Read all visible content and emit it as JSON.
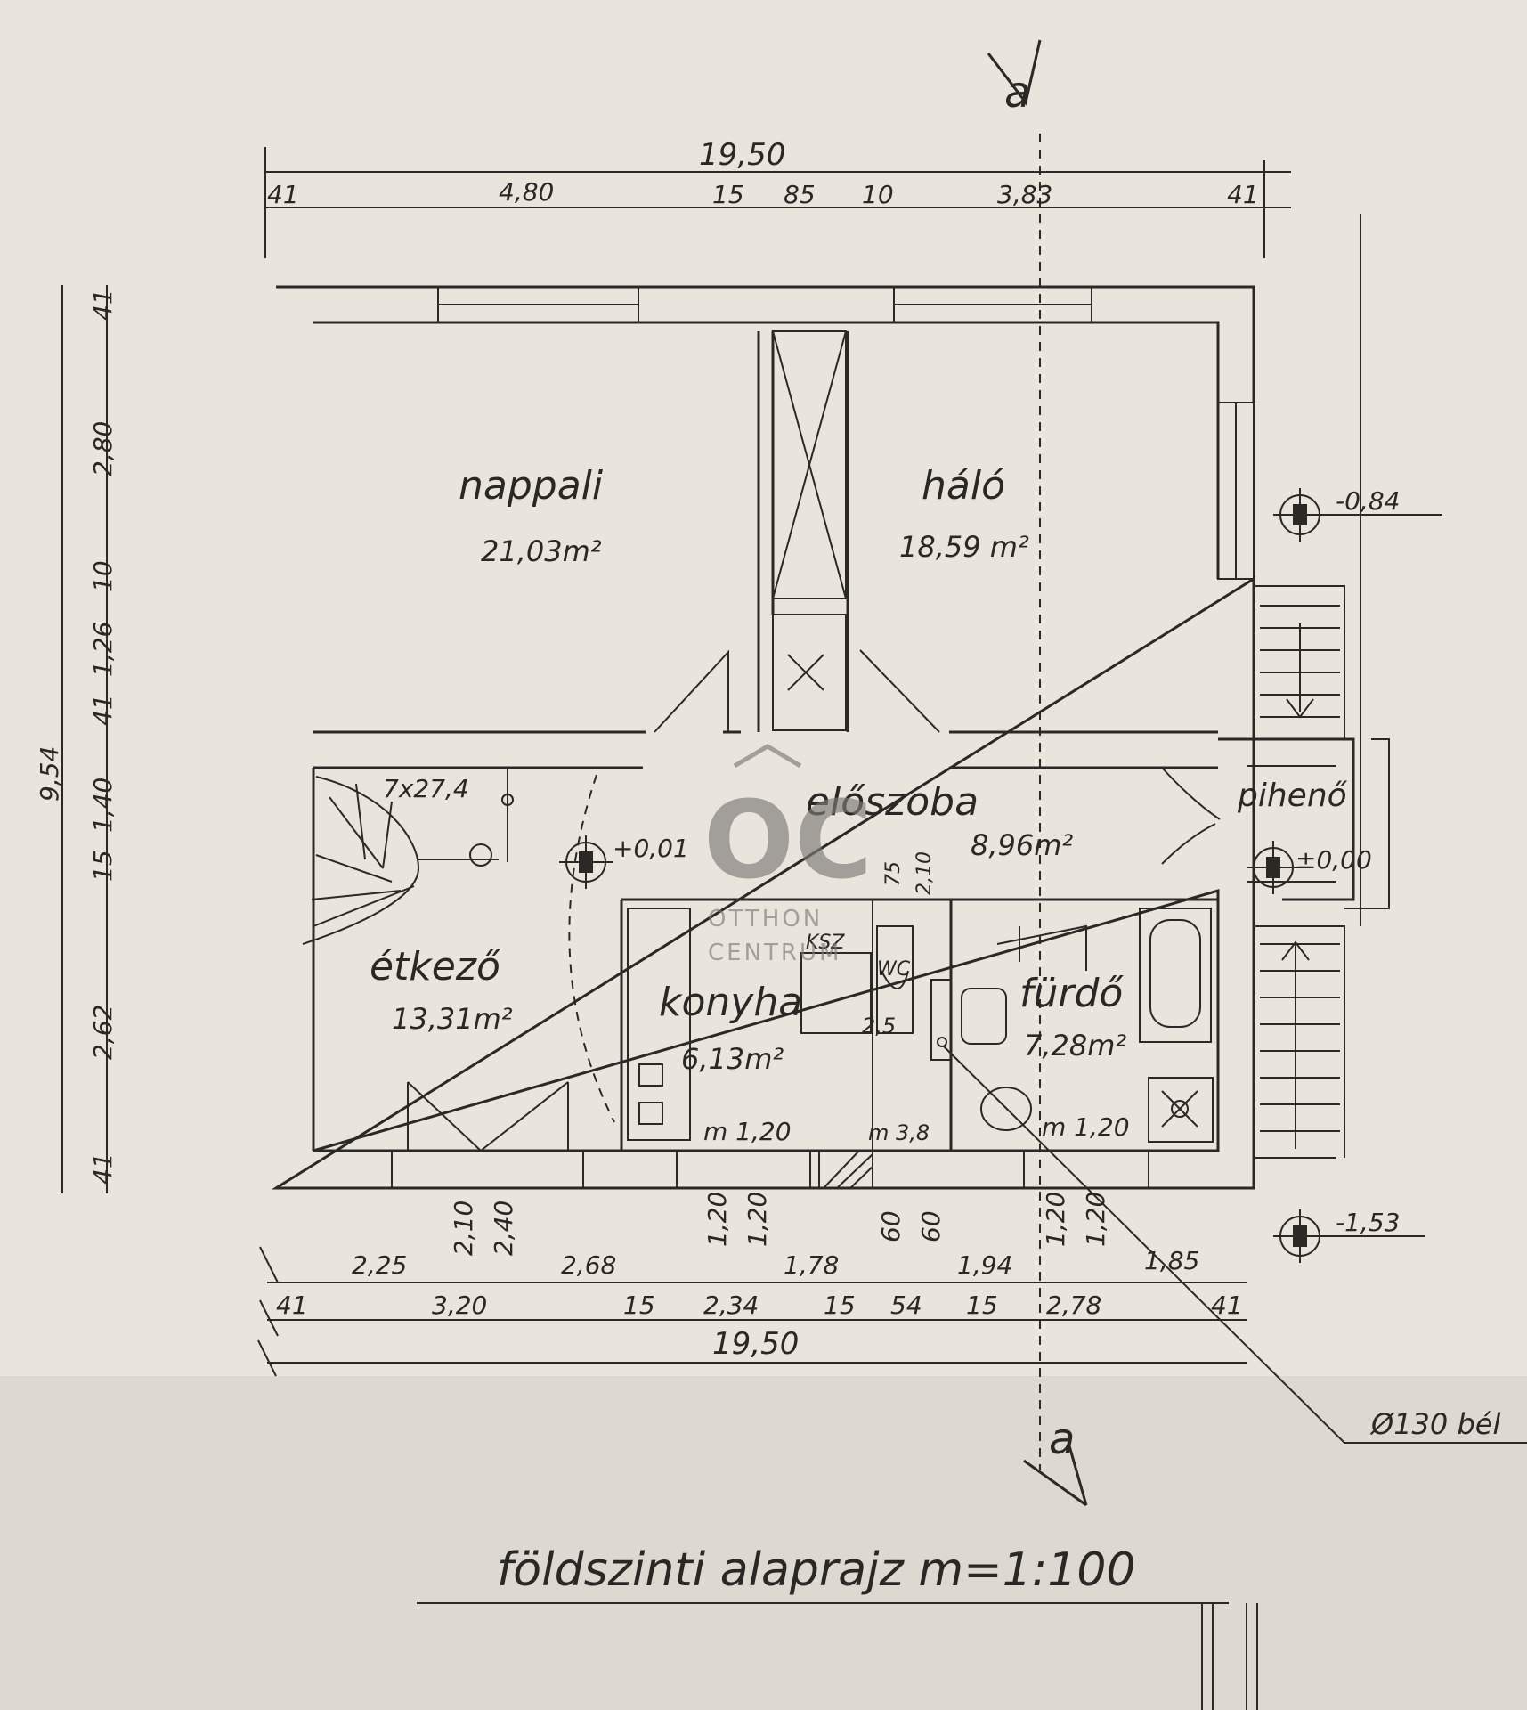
{
  "title": "földszinti alaprajz m=1:100",
  "section_marks": {
    "top": "a",
    "bottom": "a"
  },
  "rooms": {
    "napapali": {
      "name": "nappali",
      "area": "21,03m²"
    },
    "hallo": {
      "name": "háló",
      "area": "18,59 m²"
    },
    "eloszoba": {
      "name": "előszoba",
      "area": "8,96m²"
    },
    "etkezo": {
      "name": "étkező",
      "area": "13,31m²"
    },
    "konyha": {
      "name": "konyha",
      "area": "6,13m²"
    },
    "furdo": {
      "name": "fürdő",
      "area": "7,28m²"
    },
    "piheno": {
      "name": "pihenő"
    }
  },
  "dims_top": {
    "total": "19,50",
    "seg": [
      "41",
      "4,80",
      "15",
      "85",
      "10",
      "3,83",
      "41"
    ]
  },
  "dims_left": {
    "total": "9,54",
    "seg": [
      "41",
      "2,80",
      "10",
      "1,26",
      "41",
      "1,40",
      "15",
      "2,62",
      "41"
    ]
  },
  "dims_bottom": {
    "row1": [
      "2,25",
      "2,68",
      "1,78",
      "1,94",
      "1,85"
    ],
    "row2": [
      "41",
      "3,20",
      "15",
      "2,34",
      "15",
      "54",
      "15",
      "2,78",
      "41"
    ],
    "total": "19,50",
    "heights": [
      "2,10",
      "2,40",
      "1,20",
      "1,20",
      "60",
      "60",
      "1,20",
      "1,20"
    ]
  },
  "levels": {
    "eloszoba": "+0,01",
    "piheno": "±0,00",
    "right_top": "-0,84",
    "right_bottom": "-1,53"
  },
  "annotations": {
    "stair": "7x27,4",
    "pipe": "Ø130 bél",
    "ksz": "KSZ",
    "wc": "WC",
    "m120a": "m 1,20",
    "m120b": "m 1,20",
    "m38": "m 3,8",
    "n75": "75",
    "n210": "2,10",
    "v25": "2,5"
  },
  "watermark": {
    "logo": "OC",
    "line1": "OTTHON",
    "line2": "CENTRUM"
  },
  "colors": {
    "paper": "#e9e4dc",
    "ink": "#2b2926",
    "watermark": "#7d7a76"
  }
}
